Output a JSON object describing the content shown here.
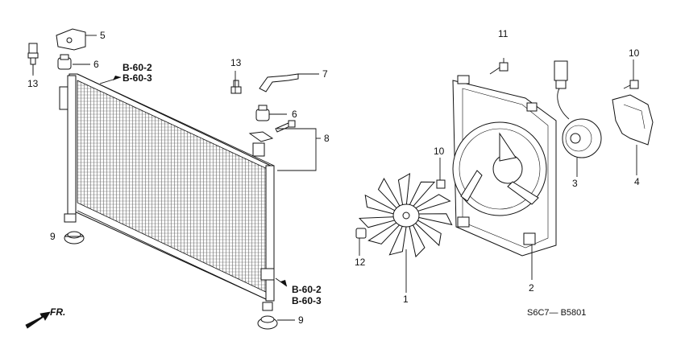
{
  "callouts": {
    "c1": "1",
    "c2": "2",
    "c3": "3",
    "c4": "4",
    "c5": "5",
    "c6a": "6",
    "c6b": "6",
    "c7": "7",
    "c8": "8",
    "c9a": "9",
    "c9b": "9",
    "c10a": "10",
    "c10b": "10",
    "c11": "11",
    "c12": "12",
    "c13a": "13",
    "c13b": "13"
  },
  "references": {
    "top_line1": "B-60-2",
    "top_line2": "B-60-3",
    "bottom_line1": "B-60-2",
    "bottom_line2": "B-60-3"
  },
  "direction_label": "FR.",
  "diagram_code": "S6C7— B5801"
}
